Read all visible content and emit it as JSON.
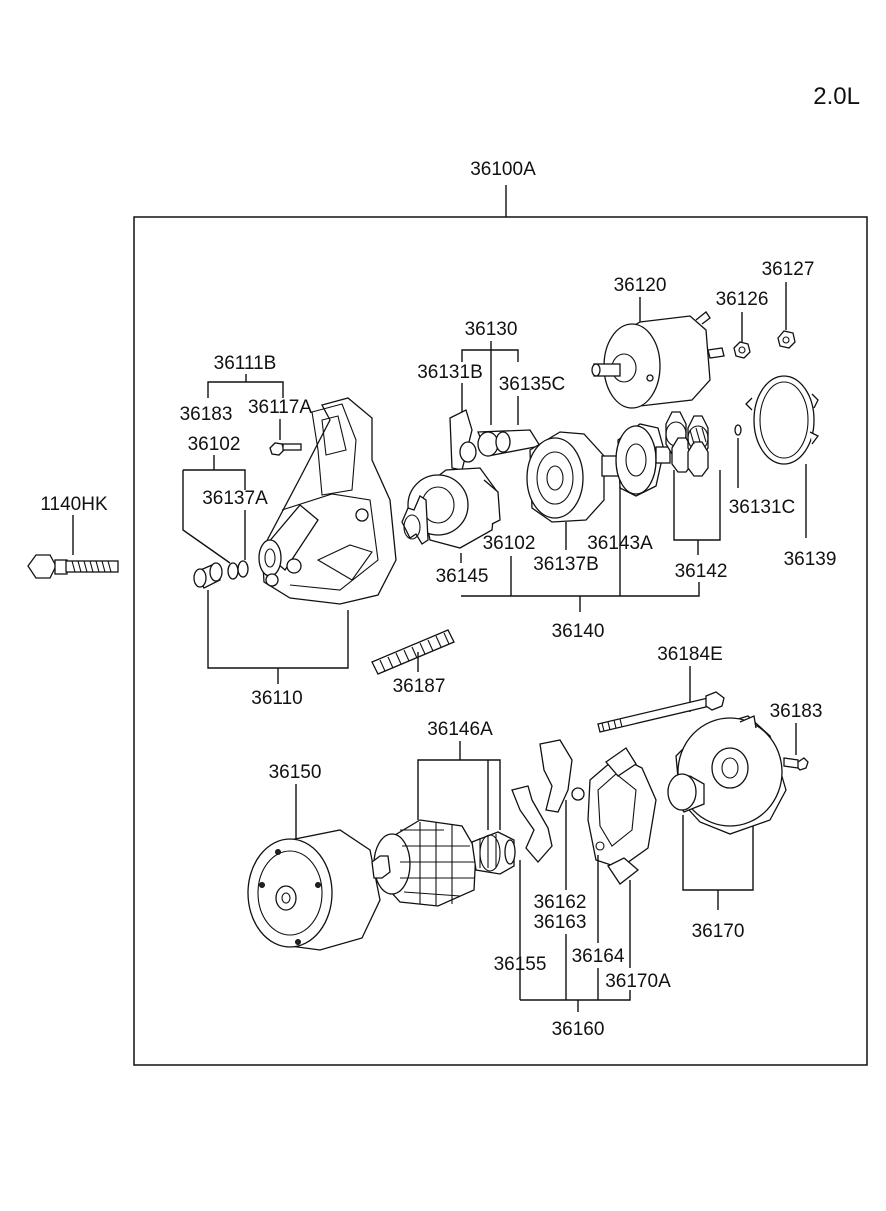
{
  "engine_label": "2.0L",
  "assembly": "36100A",
  "callouts": {
    "c1140HK": "1140HK",
    "c36111B": "36111B",
    "c36183a": "36183",
    "c36117A": "36117A",
    "c36102a": "36102",
    "c36137A": "36137A",
    "c36110": "36110",
    "c36187": "36187",
    "c36130": "36130",
    "c36131B": "36131B",
    "c36135C": "36135C",
    "c36120": "36120",
    "c36126": "36126",
    "c36127": "36127",
    "c36131C": "36131C",
    "c36139": "36139",
    "c36145": "36145",
    "c36102b": "36102",
    "c36137B": "36137B",
    "c36143A": "36143A",
    "c36142": "36142",
    "c36140": "36140",
    "c36184E": "36184E",
    "c36183b": "36183",
    "c36146A": "36146A",
    "c36150": "36150",
    "c36162": "36162",
    "c36163": "36163",
    "c36155": "36155",
    "c36164": "36164",
    "c36170A": "36170A",
    "c36160": "36160",
    "c36170": "36170"
  }
}
